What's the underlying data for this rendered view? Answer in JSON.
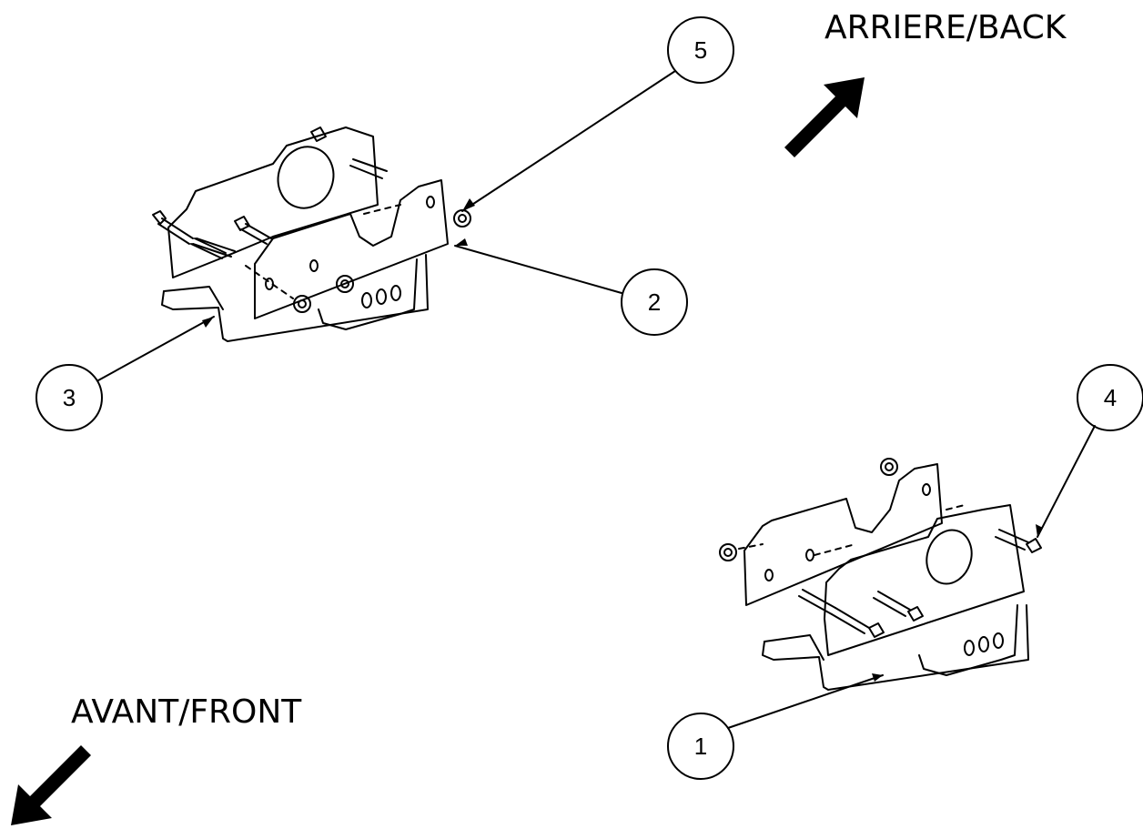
{
  "direction_labels": {
    "back": "ARRIERE/BACK",
    "front": "AVANT/FRONT"
  },
  "callouts": {
    "c1": "1",
    "c2": "2",
    "c3": "3",
    "c4": "4",
    "c5": "5"
  },
  "colors": {
    "line": "#000000",
    "background": "#ffffff"
  }
}
